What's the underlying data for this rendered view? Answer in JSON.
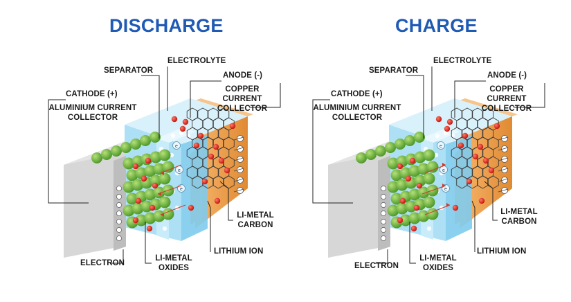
{
  "colors": {
    "title_blue": "#1f5ab4",
    "anode_orange": "#f0a04b",
    "separator_blue": "#bfe6f6",
    "electrolyte_blue": "#8fd3f0",
    "collector_gray": "#cfcfcf",
    "oxide_green": "#7cc242",
    "lithium_red": "#e8261c",
    "carbon_lines": "#3a3a3a"
  },
  "panels": [
    {
      "id": "discharge",
      "title": "DISCHARGE",
      "labels": {
        "separator": "SEPARATOR",
        "electrolyte": "ELECTROLYTE",
        "anode": "ANODE (-)",
        "copper_collector": "COPPER CURRENT\nCOLLECTOR",
        "cathode": "CATHODE (+)",
        "aluminium_collector": "ALUMINIUM CURRENT\nCOLLECTOR",
        "li_metal_carbon": "LI-METAL\nCARBON",
        "lithium_ion": "LITHIUM ION",
        "li_metal_oxides": "LI-METAL\nOXIDES",
        "electron": "ELECTRON"
      }
    },
    {
      "id": "charge",
      "title": "CHARGE",
      "labels": {
        "separator": "SEPARATOR",
        "electrolyte": "ELECTROLYTE",
        "anode": "ANODE (-)",
        "copper_collector": "COPPER CURRENT\nCOLLECTOR",
        "cathode": "CATHODE (+)",
        "aluminium_collector": "ALUMINIUM CURRENT\nCOLLECTOR",
        "li_metal_carbon": "LI-METAL\nCARBON",
        "lithium_ion": "LITHIUM ION",
        "li_metal_oxides": "LI-METAL\nOXIDES",
        "electron": "ELECTRON"
      }
    }
  ],
  "icons": {
    "electron_symbol": "e",
    "lithium_symbol": "Li"
  }
}
